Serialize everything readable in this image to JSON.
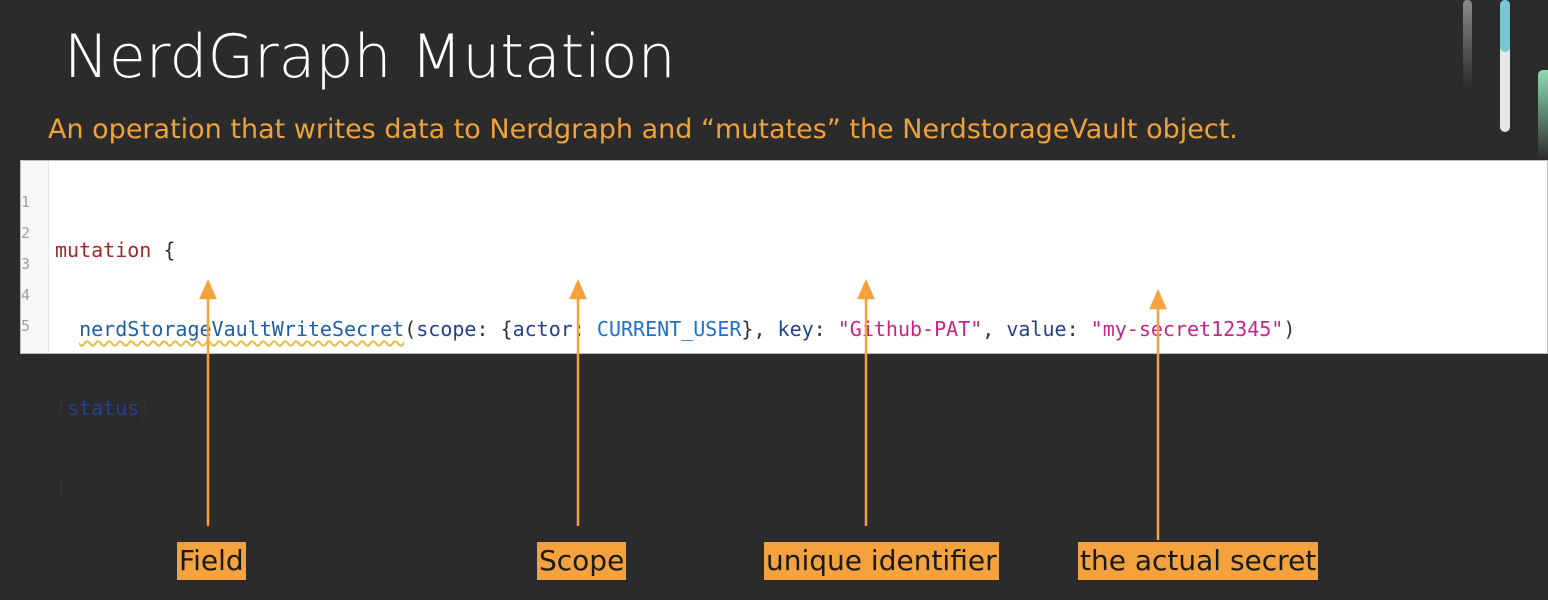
{
  "slide": {
    "title": "NerdGraph Mutation",
    "subtitle": "An operation that writes data to Nerdgraph and “mutates” the NerdstorageVault object."
  },
  "editor": {
    "line_numbers": [
      "1",
      "2",
      "3",
      "4",
      "5"
    ],
    "lines": {
      "l1_keyword": "mutation",
      "l1_brace": " {",
      "l2_indent": "  ",
      "l2_fn": "nerdStorageVaultWriteSecret",
      "l2_p1": "(",
      "l2_scope_arg": "scope",
      "l2_p2": ": {",
      "l2_actor_arg": "actor",
      "l2_p3": ": ",
      "l2_actor_val": "CURRENT_USER",
      "l2_p4": "}, ",
      "l2_key_arg": "key",
      "l2_p5": ": ",
      "l2_key_val": "\"Github-PAT\"",
      "l2_p6": ", ",
      "l2_value_arg": "value",
      "l2_p7": ": ",
      "l2_value_val": "\"my-secret12345\"",
      "l2_p8": ")",
      "l3_open": "{",
      "l3_field": "status",
      "l3_close": "}",
      "l4_close": "}"
    }
  },
  "annotations": {
    "field": "Field",
    "scope": "Scope",
    "unique_identifier": "unique identifier",
    "secret": "the actual secret"
  },
  "colors": {
    "background": "#2b2b2b",
    "accent": "#f3a23d",
    "subtitle": "#f0a23a"
  }
}
